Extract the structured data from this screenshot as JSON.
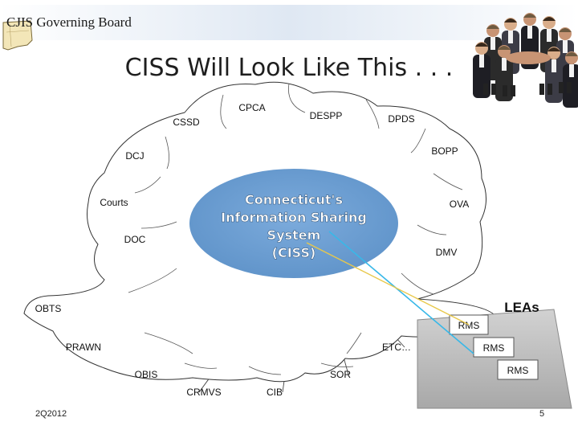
{
  "header": {
    "org_name": "CJIS Governing Board"
  },
  "slide": {
    "title": "CISS Will Look Like This . . .",
    "date": "2Q2012",
    "page_number": "5"
  },
  "center": {
    "lines": [
      "Connecticut's",
      "Information Sharing",
      "System",
      "(CISS)"
    ]
  },
  "agencies": [
    "CPCA",
    "DESPP",
    "CSSD",
    "DPDS",
    "DCJ",
    "BOPP",
    "Courts",
    "OVA",
    "DOC",
    "DMV",
    "OBTS",
    "PRAWN",
    "ETC…",
    "OBIS",
    "SOR",
    "CRMVS",
    "CIB"
  ],
  "leas": {
    "label": "LEAs",
    "systems": [
      "RMS",
      "RMS",
      "RMS"
    ]
  },
  "colors": {
    "center_fill": "#6fa0d3",
    "center_text": "#ffffff",
    "header_band": "#dfe8f3",
    "lea_panel": "#c8c8c8",
    "lea_panel_dark": "#9a9a9a",
    "link_cyan": "#38b8e8",
    "link_yellow": "#e8c84a"
  }
}
